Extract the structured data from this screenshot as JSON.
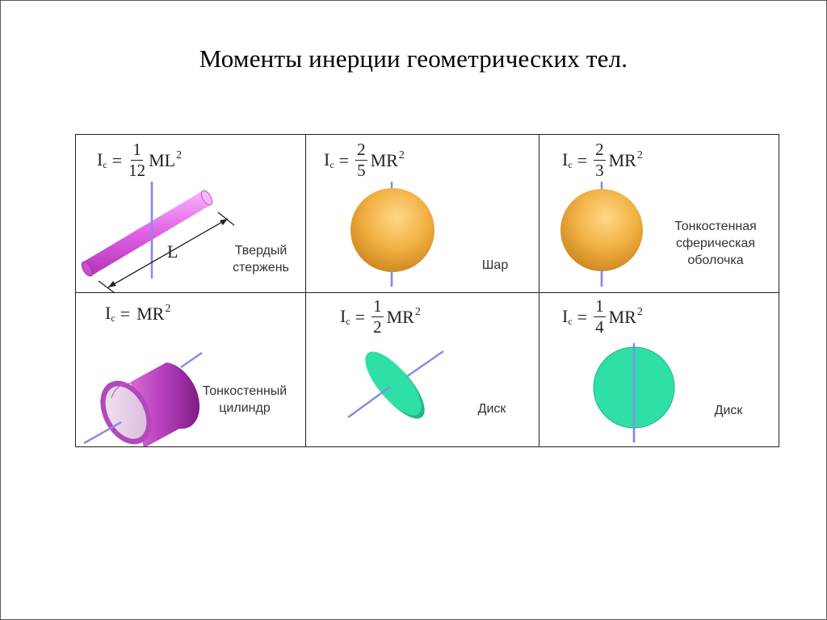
{
  "slide": {
    "title": "Моменты инерции геометрических тел."
  },
  "colors": {
    "rod": "#e060e6",
    "sphere": "#f0b040",
    "cylinder": "#c04cc6",
    "disk": "#2ee0a8",
    "axis": "#8a8ae8"
  },
  "table": {
    "cells": [
      {
        "id": "rod",
        "icon": "solid-rod",
        "formula": {
          "lhs": "I",
          "sub": "c",
          "eq": "=",
          "num": "1",
          "den": "12",
          "tail": "ML",
          "sup": "2"
        },
        "caption": [
          "Твердый",
          "стержень"
        ],
        "length_label": "L"
      },
      {
        "id": "sphere",
        "icon": "solid-sphere",
        "formula": {
          "lhs": "I",
          "sub": "c",
          "eq": "=",
          "num": "2",
          "den": "5",
          "tail": "MR",
          "sup": "2"
        },
        "caption": [
          "Шар"
        ]
      },
      {
        "id": "shell",
        "icon": "spherical-shell",
        "formula": {
          "lhs": "I",
          "sub": "c",
          "eq": "=",
          "num": "2",
          "den": "3",
          "tail": "MR",
          "sup": "2"
        },
        "caption": [
          "Тонкостенная",
          "сферическая",
          "оболочка"
        ]
      },
      {
        "id": "thin-cylinder",
        "icon": "thin-cylinder",
        "formula": {
          "lhs": "I",
          "sub": "c",
          "eq": "=",
          "tail": "MR",
          "sup": "2"
        },
        "caption": [
          "Тонкостенный",
          "цилиндр"
        ]
      },
      {
        "id": "disk-tilted",
        "icon": "disk-edge-axis",
        "formula": {
          "lhs": "I",
          "sub": "c",
          "eq": "=",
          "num": "1",
          "den": "2",
          "tail": "MR",
          "sup": "2"
        },
        "caption": [
          "Диск"
        ]
      },
      {
        "id": "disk-flat",
        "icon": "disk-diameter-axis",
        "formula": {
          "lhs": "I",
          "sub": "c",
          "eq": "=",
          "num": "1",
          "den": "4",
          "tail": "MR",
          "sup": "2"
        },
        "caption": [
          "Диск"
        ]
      }
    ]
  }
}
